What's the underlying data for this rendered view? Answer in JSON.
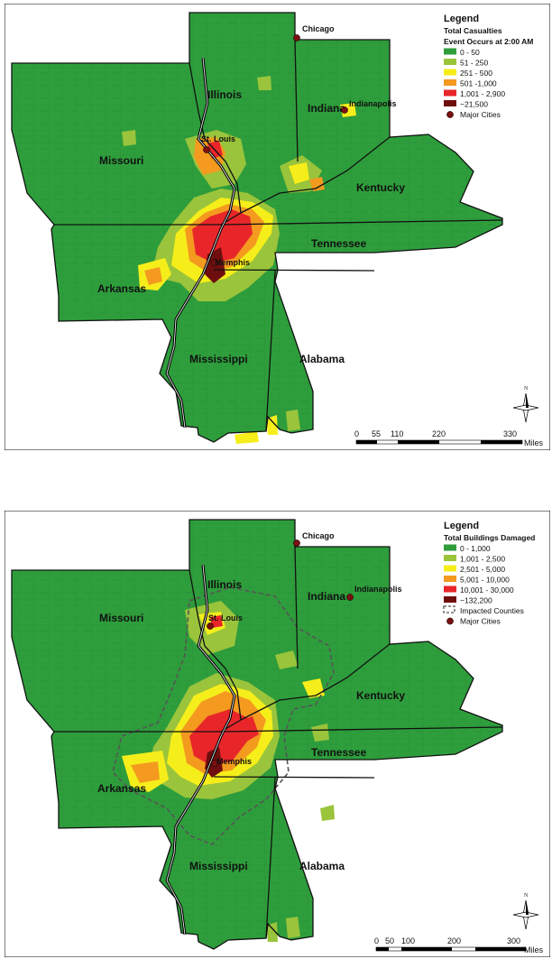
{
  "maps": [
    {
      "id": "casualties",
      "legend": {
        "title": "Legend",
        "subtitle_lines": [
          "Total Casualties",
          "Event Occurs at 2:00 AM"
        ],
        "items": [
          {
            "label": "0 - 50",
            "color": "#2e9e3c",
            "type": "swatch"
          },
          {
            "label": "51 - 250",
            "color": "#9ac43b",
            "type": "swatch"
          },
          {
            "label": "251 - 500",
            "color": "#f6ee1a",
            "type": "swatch"
          },
          {
            "label": "501 -1,000",
            "color": "#f39a1f",
            "type": "swatch"
          },
          {
            "label": "1,001 - 2,900",
            "color": "#e8262a",
            "type": "swatch"
          },
          {
            "label": "~21,500",
            "color": "#6e0e0e",
            "type": "swatch"
          },
          {
            "label": "Major Cities",
            "color": "#7a1010",
            "type": "dot"
          }
        ]
      },
      "states": [
        "Illinois",
        "Indiana",
        "Missouri",
        "Kentucky",
        "Tennessee",
        "Arkansas",
        "Mississippi",
        "Alabama"
      ],
      "cities": [
        "Chicago",
        "Indianapolis",
        "St. Louis",
        "Memphis"
      ],
      "scale": {
        "ticks": [
          "0",
          "55",
          "110",
          "220",
          "330"
        ],
        "unit": "Miles"
      },
      "north_label": "N"
    },
    {
      "id": "buildings",
      "legend": {
        "title": "Legend",
        "subtitle_lines": [
          "Total Buildings Damaged"
        ],
        "items": [
          {
            "label": "0 - 1,000",
            "color": "#2e9e3c",
            "type": "swatch"
          },
          {
            "label": "1,001 - 2,500",
            "color": "#9ac43b",
            "type": "swatch"
          },
          {
            "label": "2,501 - 5,000",
            "color": "#f6ee1a",
            "type": "swatch"
          },
          {
            "label": "5,001 - 10,000",
            "color": "#f39a1f",
            "type": "swatch"
          },
          {
            "label": "10,001 - 30,000",
            "color": "#e8262a",
            "type": "swatch"
          },
          {
            "label": "~132,200",
            "color": "#6e0e0e",
            "type": "swatch"
          },
          {
            "label": "Impacted Counties",
            "color": "#555555",
            "type": "dashed"
          },
          {
            "label": "Major Cities",
            "color": "#7a1010",
            "type": "dot"
          }
        ]
      },
      "states": [
        "Illinois",
        "Indiana",
        "Missouri",
        "Kentucky",
        "Tennessee",
        "Arkansas",
        "Mississippi",
        "Alabama"
      ],
      "cities": [
        "Chicago",
        "Indianapolis",
        "St. Louis",
        "Memphis"
      ],
      "scale": {
        "ticks": [
          "0",
          "50",
          "100",
          "200",
          "300"
        ],
        "unit": "Miles"
      },
      "north_label": "N"
    }
  ],
  "colors": {
    "base_green": "#2e9e3c",
    "county_line": "#1f6e2a",
    "state_line": "#111111",
    "river": "#ffffff"
  }
}
